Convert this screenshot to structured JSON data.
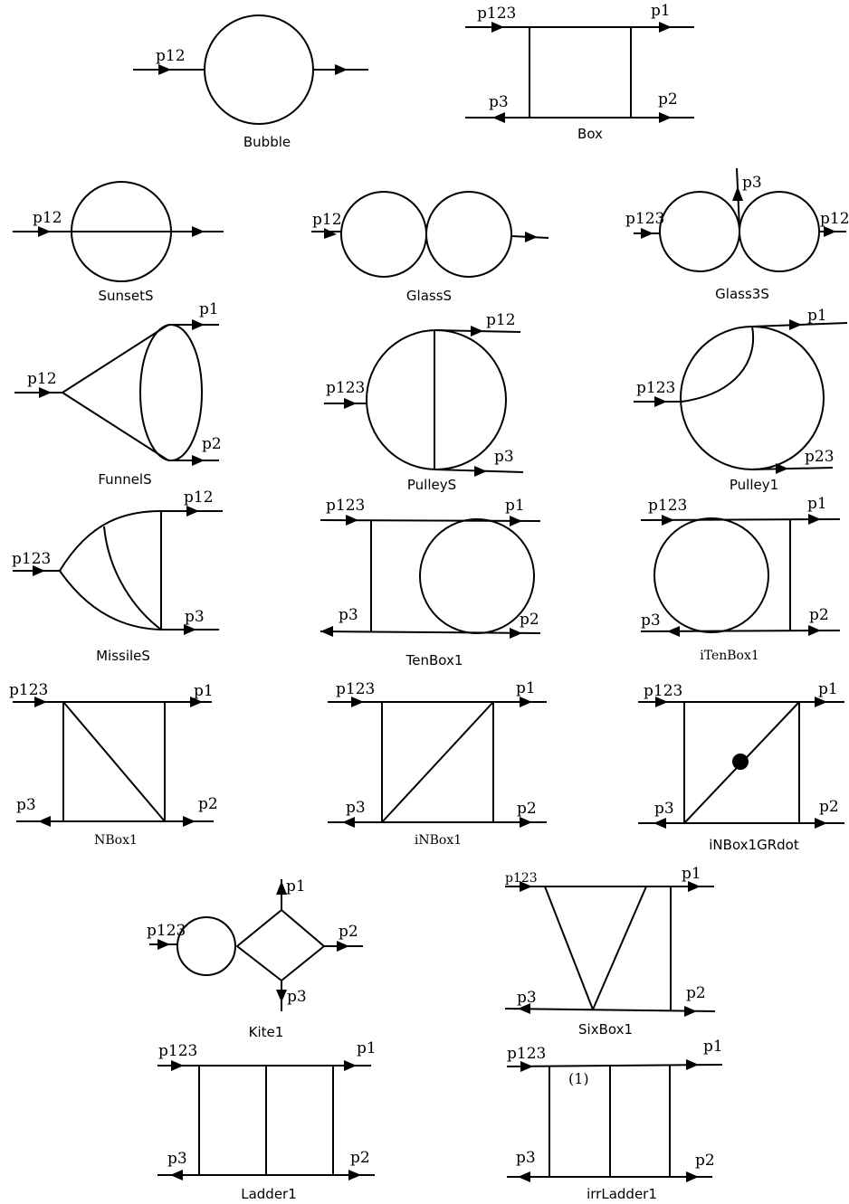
{
  "diagrams": {
    "bubble": {
      "name": "Bubble",
      "labels": [
        "p12"
      ]
    },
    "box": {
      "name": "Box",
      "labels": [
        "p123",
        "p1",
        "p3",
        "p2"
      ]
    },
    "sunset": {
      "name": "SunsetS",
      "labels": [
        "p12"
      ]
    },
    "glass": {
      "name": "GlassS",
      "labels": [
        "p12"
      ]
    },
    "glass3": {
      "name": "Glass3S",
      "labels": [
        "p123",
        "p3",
        "p12"
      ]
    },
    "funnel": {
      "name": "FunnelS",
      "labels": [
        "p12",
        "p1",
        "p2"
      ]
    },
    "pulleys": {
      "name": "PulleyS",
      "labels": [
        "p123",
        "p12",
        "p3"
      ]
    },
    "pulley1": {
      "name": "Pulley1",
      "labels": [
        "p123",
        "p1",
        "p23"
      ]
    },
    "missile": {
      "name": "MissileS",
      "labels": [
        "p123",
        "p12",
        "p3"
      ]
    },
    "tenbox": {
      "name": "TenBox1",
      "labels": [
        "p123",
        "p1",
        "p3",
        "p2"
      ]
    },
    "itenbox": {
      "name": "iTenBox1",
      "labels": [
        "p123",
        "p1",
        "p3",
        "p2"
      ]
    },
    "nbox": {
      "name": "NBox1",
      "labels": [
        "p123",
        "p1",
        "p3",
        "p2"
      ]
    },
    "inbox": {
      "name": "iNBox1",
      "labels": [
        "p123",
        "p1",
        "p3",
        "p2"
      ]
    },
    "inboxgr": {
      "name": "iNBox1GRdot",
      "labels": [
        "p123",
        "p1",
        "p3",
        "p2"
      ]
    },
    "kite": {
      "name": "Kite1",
      "labels": [
        "p123",
        "p1",
        "p2",
        "p3"
      ]
    },
    "sixbox": {
      "name": "SixBox1",
      "labels": [
        "p123",
        "p1",
        "p3",
        "p2"
      ]
    },
    "ladder": {
      "name": "Ladder1",
      "labels": [
        "p123",
        "p1",
        "p3",
        "p2"
      ]
    },
    "irrladder": {
      "name": "irrLadder1",
      "labels": [
        "p123",
        "p1",
        "p3",
        "p2"
      ],
      "annotation": "(1)"
    }
  }
}
